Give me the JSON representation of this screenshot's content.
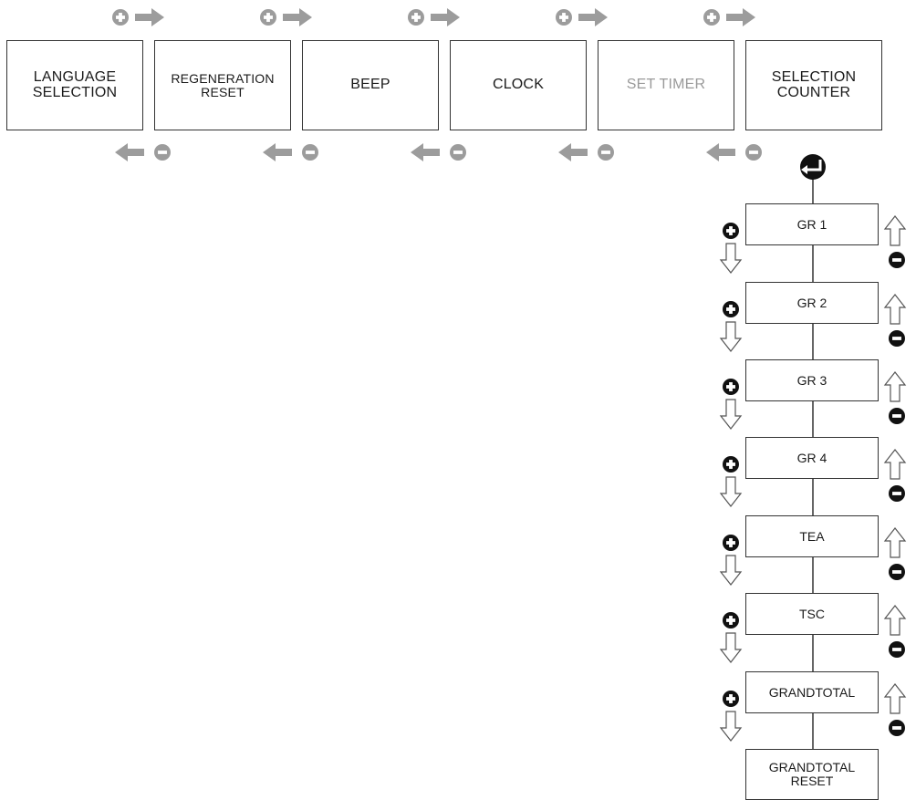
{
  "main_menu": [
    {
      "id": "language-selection",
      "label": "LANGUAGE\nSELECTION",
      "dimmed": false
    },
    {
      "id": "regeneration-reset",
      "label": "REGENERATION\nRESET",
      "dimmed": false
    },
    {
      "id": "beep",
      "label": "BEEP",
      "dimmed": false
    },
    {
      "id": "clock",
      "label": "CLOCK",
      "dimmed": false
    },
    {
      "id": "set-timer",
      "label": "SET TIMER",
      "dimmed": true
    },
    {
      "id": "selection-counter",
      "label": "SELECTION\nCOUNTER",
      "dimmed": false
    }
  ],
  "submenu": [
    {
      "id": "gr-1",
      "label": "GR 1"
    },
    {
      "id": "gr-2",
      "label": "GR 2"
    },
    {
      "id": "gr-3",
      "label": "GR 3"
    },
    {
      "id": "gr-4",
      "label": "GR 4"
    },
    {
      "id": "tea",
      "label": "TEA"
    },
    {
      "id": "tsc",
      "label": "TSC"
    },
    {
      "id": "grandtotal",
      "label": "GRANDTOTAL"
    },
    {
      "id": "grandtotal-reset",
      "label": "GRANDTOTAL\nRESET"
    }
  ],
  "colors": {
    "gray_symbol": "#9c9c9c",
    "black_symbol": "#111111",
    "border": "#333333",
    "dimmed_text": "#9a9a9a"
  },
  "icons": {
    "plus": "plus-icon",
    "minus": "minus-icon",
    "right_arrow": "arrow-right-icon",
    "left_arrow": "arrow-left-icon",
    "up_arrow": "arrow-up-icon",
    "down_arrow": "arrow-down-icon",
    "enter": "enter-icon"
  }
}
